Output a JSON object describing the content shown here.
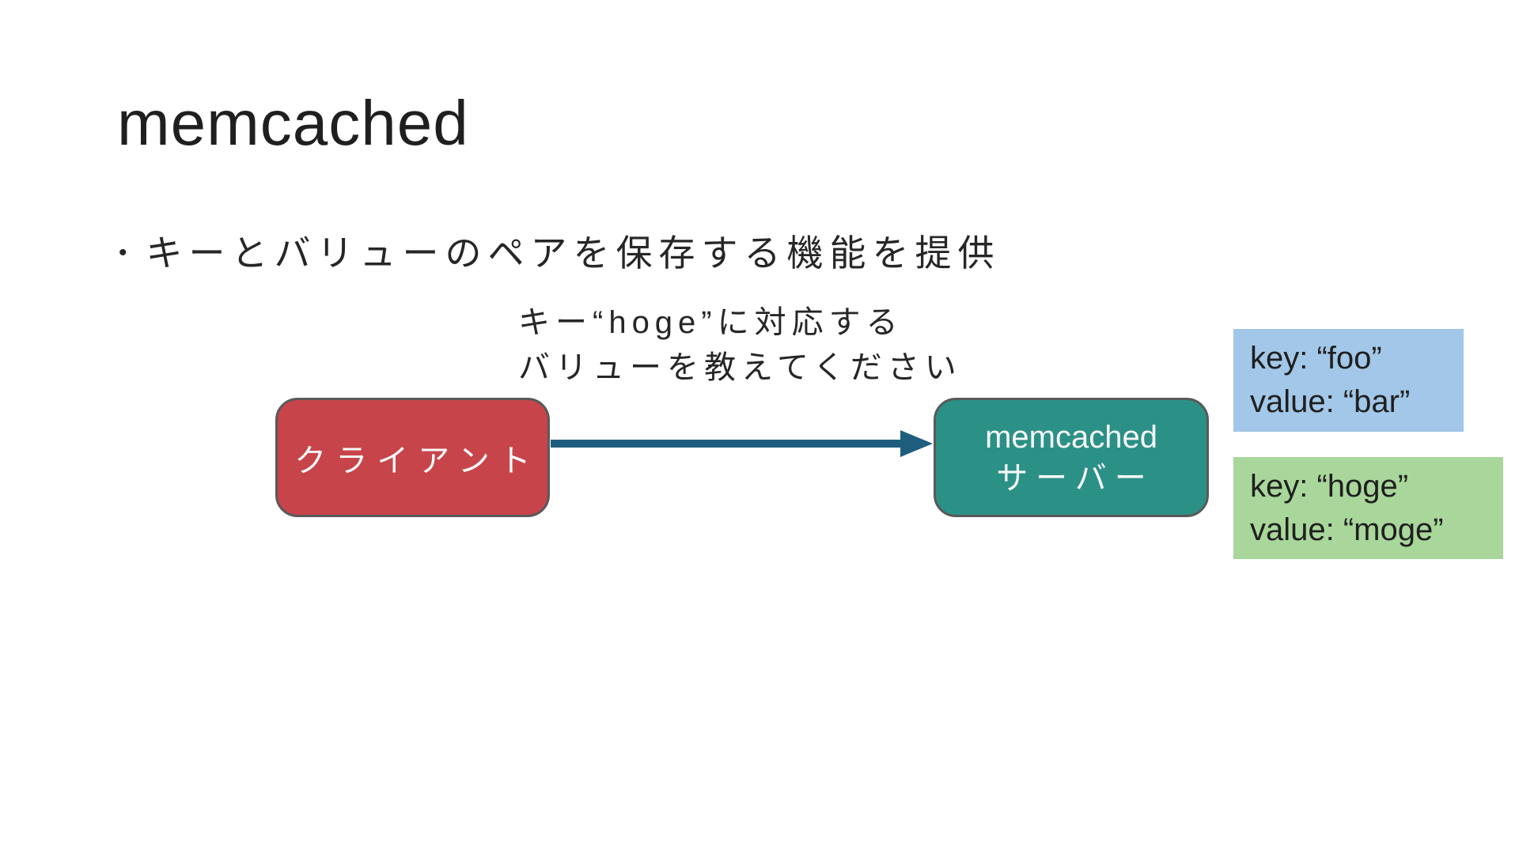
{
  "slide": {
    "title": "memcached",
    "bullet": {
      "marker": "•",
      "text": "キーとバリューのペアを保存する機能を提供"
    },
    "arrow_label": {
      "line1": "キー“hoge”に対応する",
      "line2": "バリューを教えてください"
    },
    "client_box": {
      "label": "クライアント",
      "fill": "#C7444A",
      "border": "#595959"
    },
    "server_box": {
      "line1": "memcached",
      "line2": "サーバー",
      "fill": "#2B9187",
      "border": "#595959"
    },
    "arrow": {
      "color": "#1F5D7E"
    },
    "kv_pairs": [
      {
        "line1": "key: “foo”",
        "line2": "value: “bar”",
        "fill": "#A2C7E8"
      },
      {
        "line1": "key: “hoge”",
        "line2": "value: “moge”",
        "fill": "#A9D79B"
      }
    ]
  }
}
